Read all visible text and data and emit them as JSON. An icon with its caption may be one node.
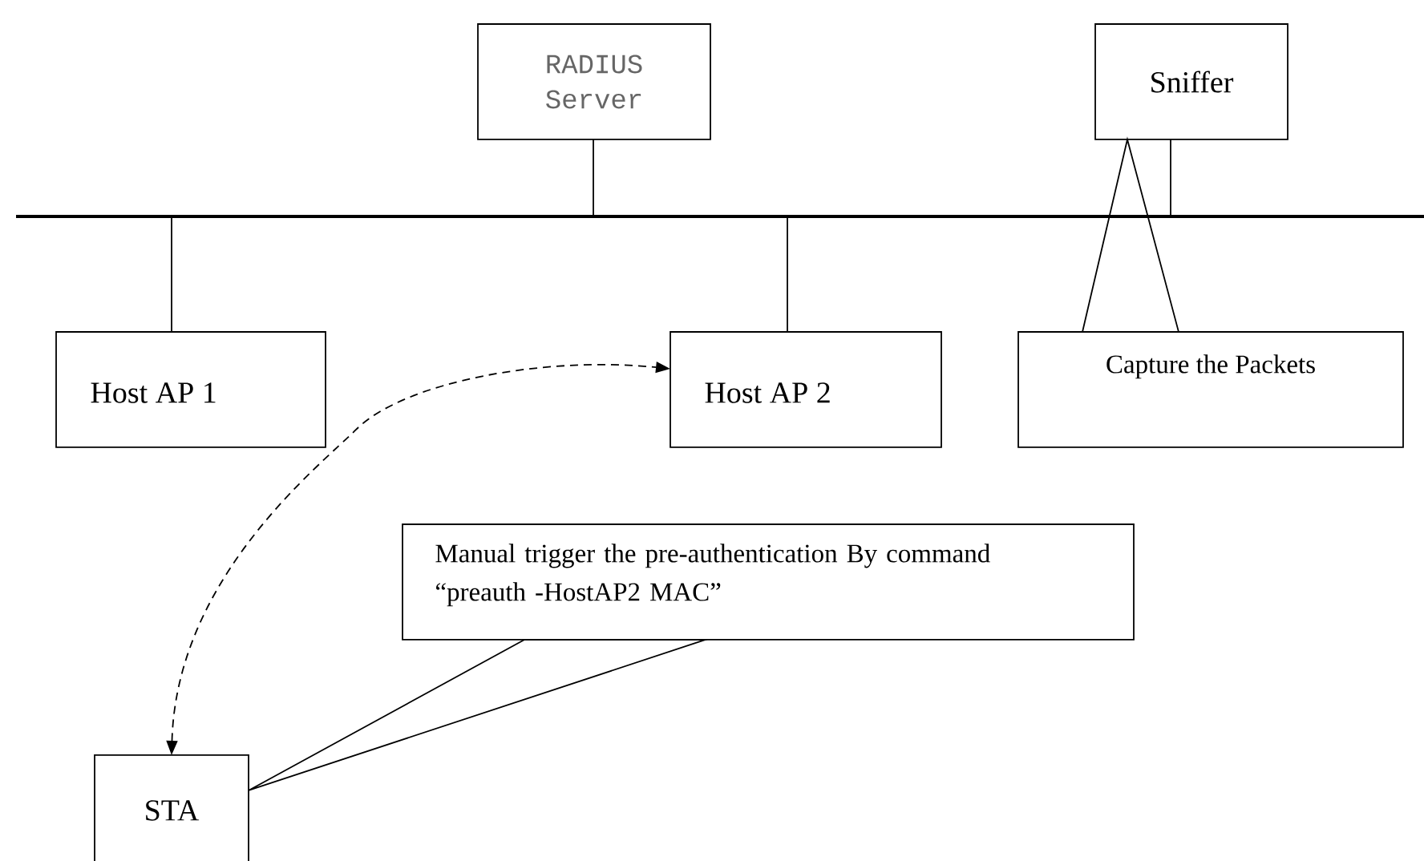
{
  "diagram": {
    "nodes": [
      {
        "text": [
          "RADIUS Server"
        ]
      },
      {
        "text": [
          "Sniffer"
        ]
      },
      {
        "text": [],
        "shape": "bar"
      },
      {
        "text": [
          "Host AP 1"
        ]
      },
      {
        "text": [
          "Host AP 2"
        ]
      },
      {
        "text": [
          "Capture the Packets"
        ]
      },
      {
        "text": [
          "Manual trigger the pre-authentication By command “preauth -HostAP2 MAC”"
        ]
      },
      {
        "text": [
          "STA"
        ]
      }
    ],
    "edges": [
      {
        "from": 0,
        "to": 2,
        "arrow": "none"
      },
      {
        "from": 1,
        "to": 2,
        "arrow": "none"
      },
      {
        "from": 3,
        "to": 2,
        "arrow": "none"
      },
      {
        "from": 4,
        "to": 2,
        "arrow": "none"
      },
      {
        "from": 5,
        "to": 1,
        "arrow": "none"
      },
      {
        "from": 7,
        "to": 4,
        "arrow": "both",
        "style": "dashed"
      },
      {
        "from": 6,
        "to": 7,
        "arrow": "none"
      }
    ]
  }
}
